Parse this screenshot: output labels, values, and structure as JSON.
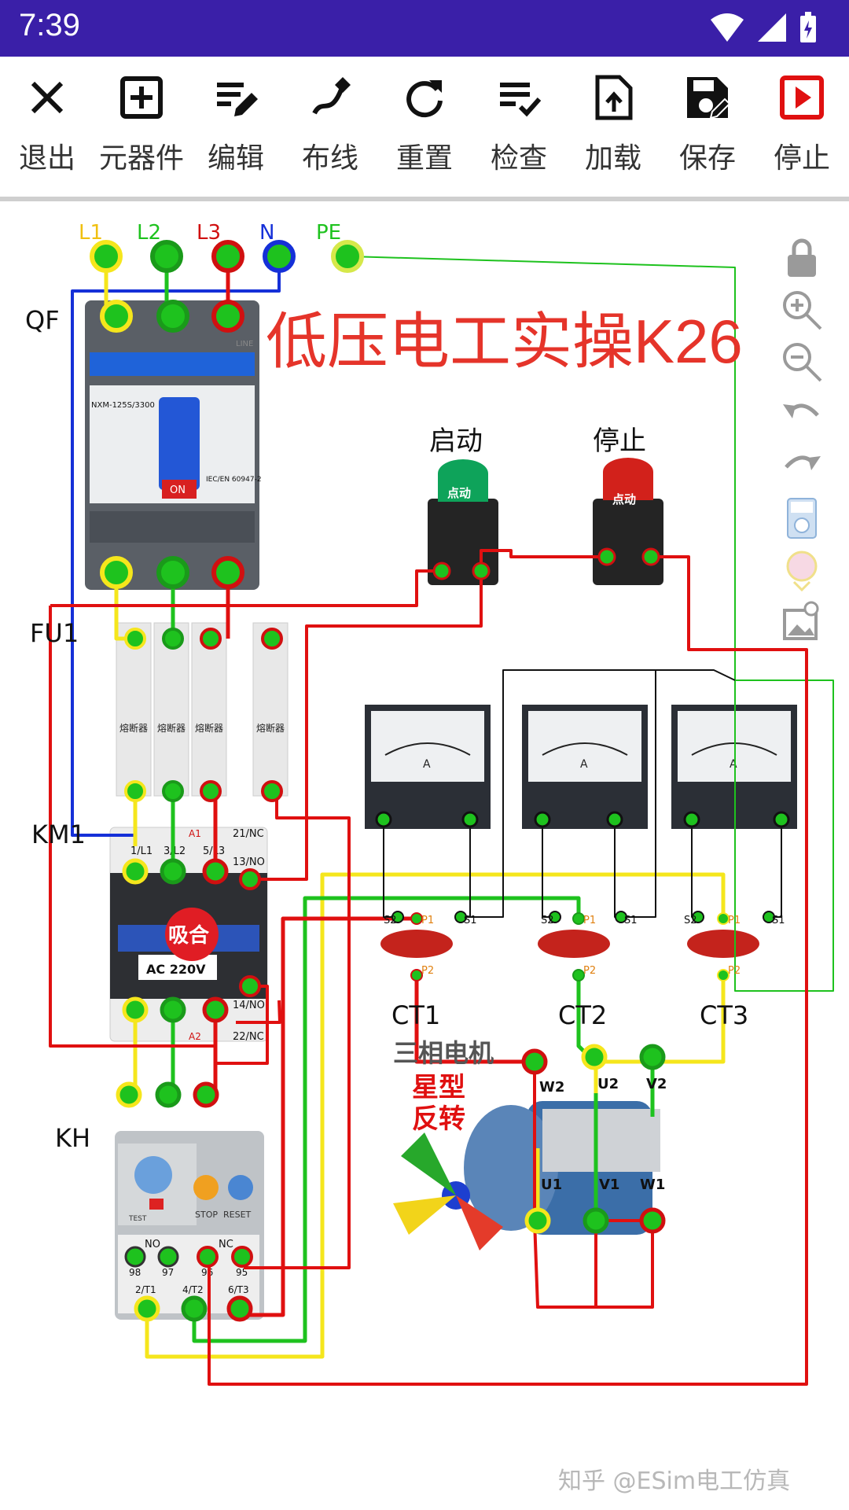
{
  "status": {
    "time": "7:39"
  },
  "toolbar": [
    {
      "label": "退出",
      "icon": "close-icon"
    },
    {
      "label": "元器件",
      "icon": "add-box-icon"
    },
    {
      "label": "编辑",
      "icon": "edit-icon"
    },
    {
      "label": "布线",
      "icon": "draw-icon"
    },
    {
      "label": "重置",
      "icon": "refresh-icon"
    },
    {
      "label": "检查",
      "icon": "checklist-icon"
    },
    {
      "label": "加载",
      "icon": "upload-file-icon"
    },
    {
      "label": "保存",
      "icon": "save-icon"
    },
    {
      "label": "停止",
      "icon": "stop-play-icon"
    }
  ],
  "colors": {
    "status_bar": "#3a1fa8",
    "accent_red": "#e5342a",
    "wire_red": "#e01010",
    "wire_green": "#1ec21e",
    "wire_yellow": "#f5e61c",
    "wire_blue": "#1530d8"
  },
  "diagram": {
    "title": "低压电工实操K26",
    "terminals": {
      "l1": "L1",
      "l2": "L2",
      "l3": "L3",
      "n": "N",
      "pe": "PE"
    },
    "devices": {
      "qf": "QF",
      "fu1": "FU1",
      "km1": "KM1",
      "kh": "KH"
    },
    "buttons": {
      "start_label": "启动",
      "stop_label": "停止",
      "button_text": "点动"
    },
    "fuse_text": "熔断器",
    "contactor": {
      "state_badge": "吸合",
      "coil_rating": "AC 220V",
      "t1": "1/L1",
      "t2": "3/L2",
      "t3": "5/L3",
      "aux_nc1": "21/NC",
      "aux_no1": "13/NO",
      "aux_no2": "14/NO",
      "aux_nc2": "22/NC",
      "a1": "A1",
      "a2": "A2"
    },
    "relay": {
      "no": "NO",
      "nc": "NC",
      "t98": "98",
      "t97": "97",
      "t96": "96",
      "t95": "95",
      "t2": "2/T1",
      "t4": "4/T2",
      "t6": "6/T3",
      "stop": "STOP",
      "reset": "RESET",
      "test": "TEST"
    },
    "breaker": {
      "model": "NXM-125S/3300",
      "on": "ON",
      "standard": "IEC/EN 60947-2",
      "line": "LINE"
    },
    "ammeter_unit": "A",
    "ct": [
      {
        "name": "CT1"
      },
      {
        "name": "CT2"
      },
      {
        "name": "CT3"
      }
    ],
    "ct_terms": {
      "s2": "S2",
      "p1": "P1",
      "s1": "S1",
      "p2": "P2"
    },
    "motor": {
      "line1": "三相电机",
      "line2": "星型",
      "line3": "反转",
      "w2": "W2",
      "u2": "U2",
      "v2": "V2",
      "u1": "U1",
      "v1": "V1",
      "w1": "W1"
    }
  },
  "watermark": "知乎 @ESim电工仿真"
}
